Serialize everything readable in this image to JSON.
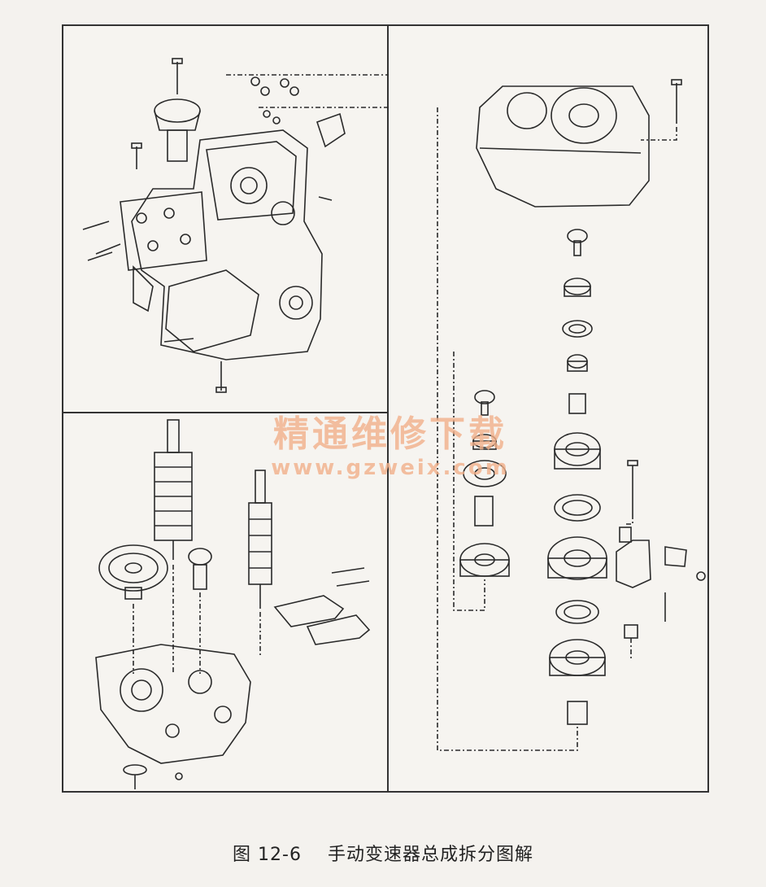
{
  "watermark": {
    "title": "精通维修下载",
    "url": "www.gzweix.com"
  },
  "caption": {
    "figure_number": "图 12-6",
    "title": "手动变速器总成拆分图解"
  },
  "colors": {
    "line": "#2a2a2a",
    "paper": "#f6f4f0",
    "watermark": "#f2b08a"
  }
}
